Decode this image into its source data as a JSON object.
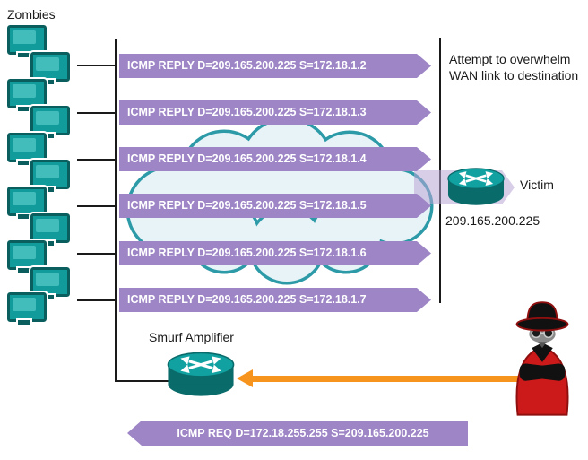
{
  "labels": {
    "zombies": "Zombies",
    "attempt": "Attempt to overwhelm WAN link to destination",
    "victim": "Victim",
    "victim_ip": "209.165.200.225",
    "smurf_amplifier": "Smurf Amplifier"
  },
  "icmp_replies": [
    "ICMP REPLY D=209.165.200.225 S=172.18.1.2",
    "ICMP REPLY D=209.165.200.225 S=172.18.1.3",
    "ICMP REPLY D=209.165.200.225 S=172.18.1.4",
    "ICMP REPLY D=209.165.200.225 S=172.18.1.5",
    "ICMP REPLY D=209.165.200.225 S=172.18.1.6",
    "ICMP REPLY D=209.165.200.225 S=172.18.1.7"
  ],
  "icmp_request": "ICMP REQ D=172.18.255.255 S=209.165.200.225",
  "colors": {
    "arrow_purple": "#9d85c6",
    "teal": "#0f8f8f",
    "cloud_stroke": "#2d9aa8",
    "orange": "#f7941d",
    "attacker_red": "#cc1a1a"
  }
}
